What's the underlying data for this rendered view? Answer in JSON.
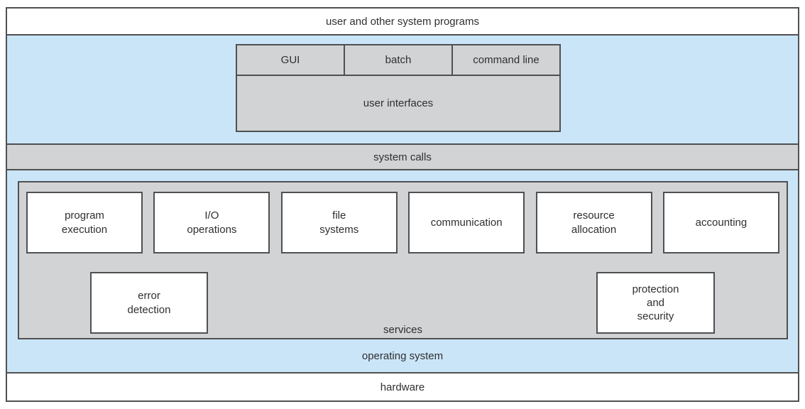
{
  "colors": {
    "blue": "#cbe5f8",
    "gray": "#d2d3d5",
    "border": "#4f5052",
    "text": "#2f2f31",
    "white": "#ffffff"
  },
  "layers": {
    "user_programs": "user and other system programs",
    "system_calls": "system calls",
    "operating_system": "operating system",
    "hardware": "hardware"
  },
  "user_interfaces": {
    "label": "user interfaces",
    "types": [
      "GUI",
      "batch",
      "command line"
    ]
  },
  "services": {
    "label": "services",
    "row1": [
      "program\nexecution",
      "I/O\noperations",
      "file\nsystems",
      "communication",
      "resource\nallocation",
      "accounting"
    ],
    "row2": [
      "error\ndetection",
      "protection\nand\nsecurity"
    ]
  }
}
